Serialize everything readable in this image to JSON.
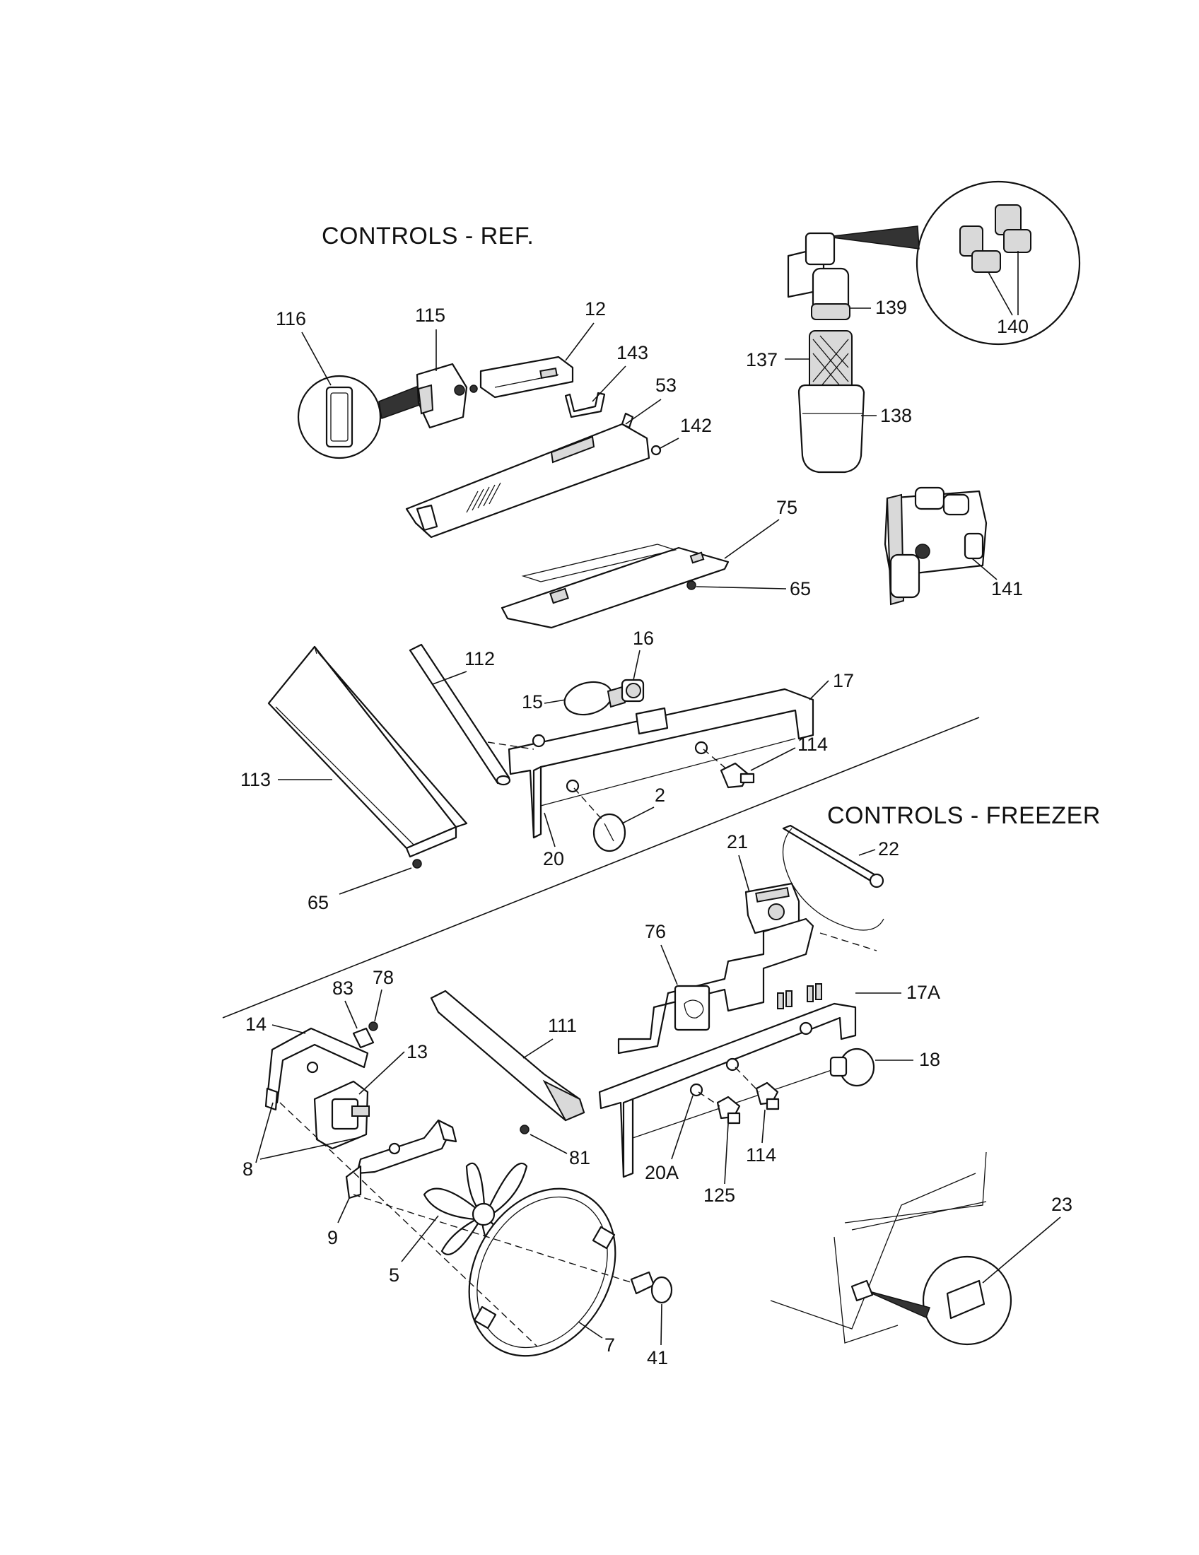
{
  "titles": {
    "ref": "CONTROLS  -  REF.",
    "freezer": "CONTROLS  -  FREEZER"
  },
  "callouts": {
    "c116": "116",
    "c115": "115",
    "c12": "12",
    "c143": "143",
    "c53": "53",
    "c142": "142",
    "c139": "139",
    "c140": "140",
    "c137": "137",
    "c138": "138",
    "c75": "75",
    "c65a": "65",
    "c141": "141",
    "c112": "112",
    "c16": "16",
    "c17": "17",
    "c15": "15",
    "c114a": "114",
    "c113": "113",
    "c2": "2",
    "c20": "20",
    "c65b": "65",
    "c21": "21",
    "c22": "22",
    "c76": "76",
    "c17a": "17A",
    "c83": "83",
    "c78": "78",
    "c111": "111",
    "c14": "14",
    "c13": "13",
    "c18": "18",
    "c8": "8",
    "c81": "81",
    "c20a": "20A",
    "c114b": "114",
    "c125": "125",
    "c9": "9",
    "c5": "5",
    "c23": "23",
    "c7": "7",
    "c41": "41"
  }
}
